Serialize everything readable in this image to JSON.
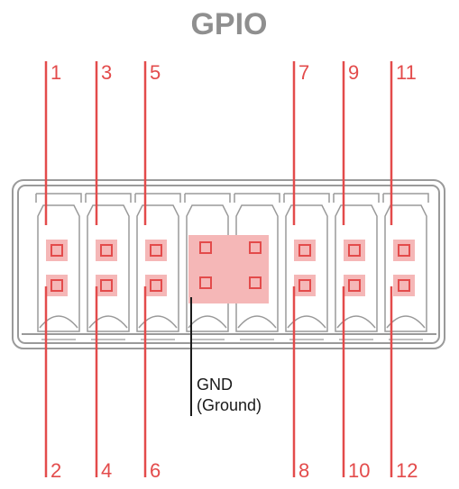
{
  "title": "GPIO",
  "top_pins": [
    "1",
    "3",
    "5",
    "7",
    "9",
    "11"
  ],
  "bottom_pins": [
    "2",
    "4",
    "6",
    "8",
    "10",
    "12"
  ],
  "gnd_label_line1": "GND",
  "gnd_label_line2": "(Ground)",
  "colors": {
    "pin_accent": "#e34b4b",
    "gnd_fill": "#f5b7b7",
    "outline": "#9a9a9a",
    "title": "#8f8f8f"
  }
}
